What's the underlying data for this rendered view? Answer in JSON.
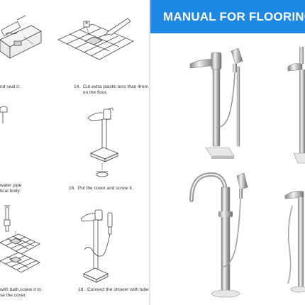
{
  "banner": {
    "title": "MANUAL FOR FLOORING",
    "color": "#1e88e5"
  },
  "steps": [
    {
      "text": "nd seal it."
    },
    {
      "text": "14.  Cut extra plastic less than 4mm\n       on the floor."
    },
    {
      "text": "water pipe\ntical body."
    },
    {
      "text": "16.  Put the cover and screw it."
    },
    {
      "text": "with bath,screw it to\nse the cover."
    },
    {
      "text": "18.  Connect the shower with tube."
    }
  ]
}
